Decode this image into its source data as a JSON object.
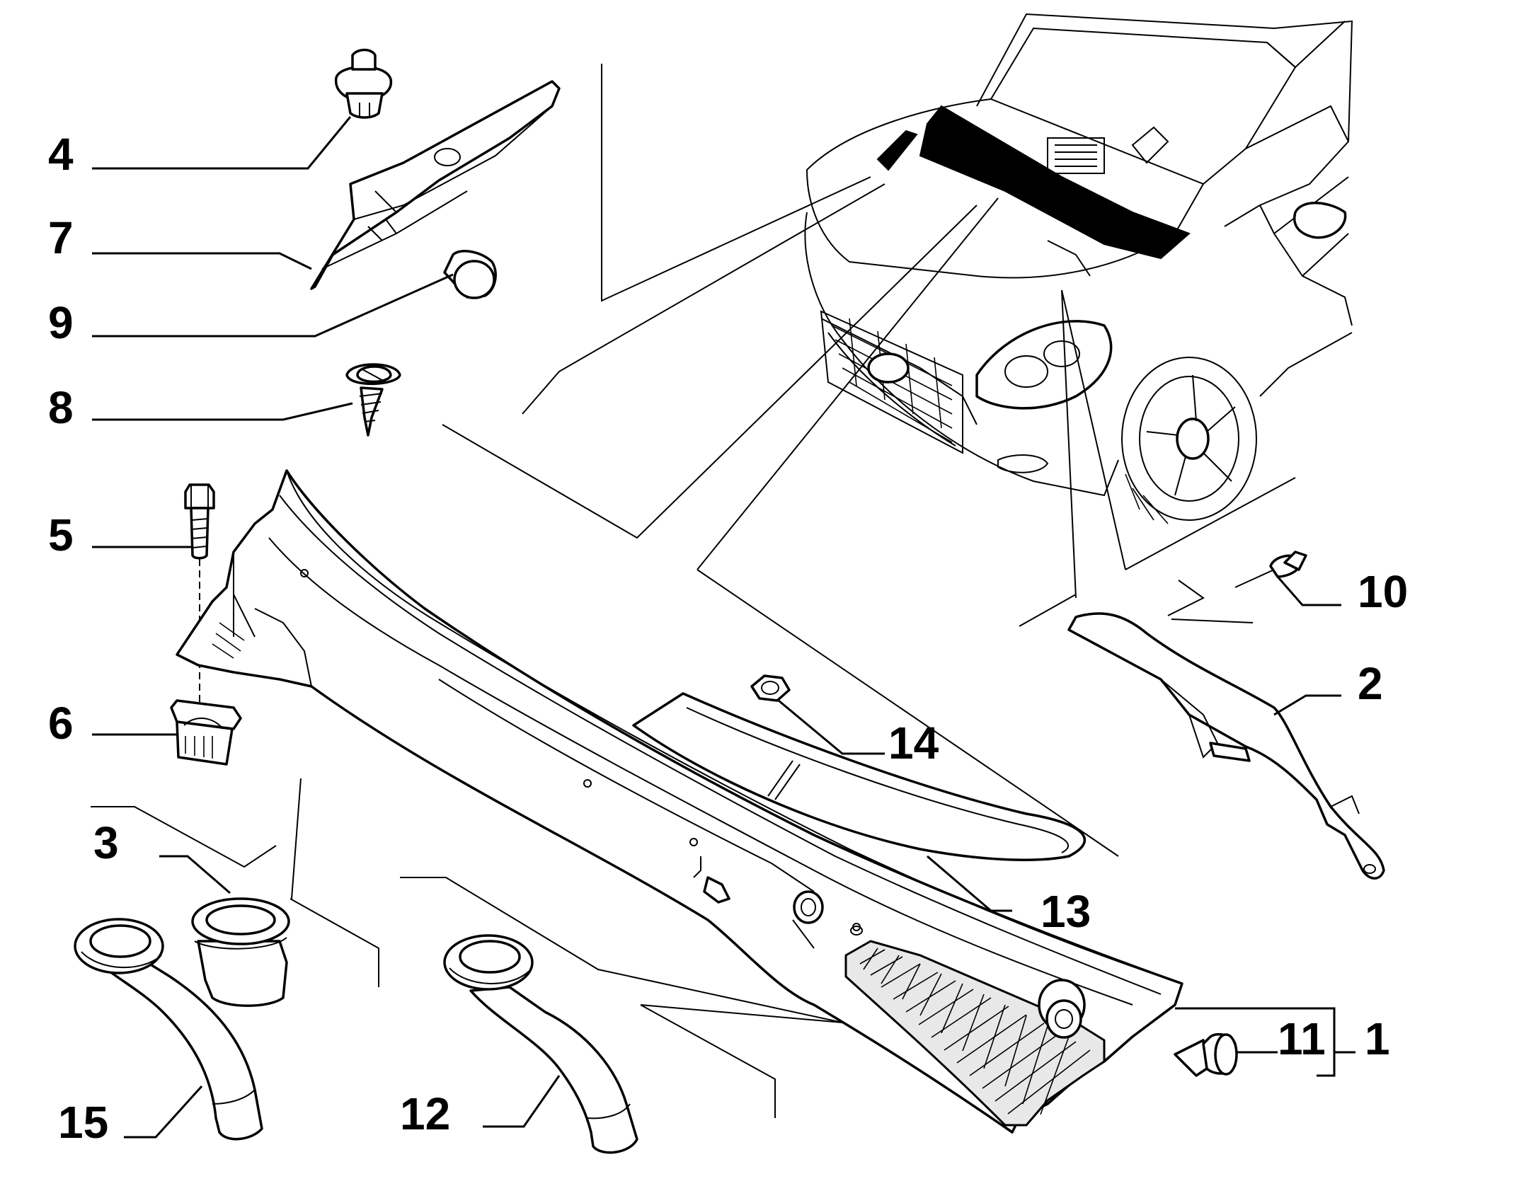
{
  "callouts": [
    {
      "id": "4",
      "label": "4"
    },
    {
      "id": "7",
      "label": "7"
    },
    {
      "id": "9",
      "label": "9"
    },
    {
      "id": "8",
      "label": "8"
    },
    {
      "id": "5",
      "label": "5"
    },
    {
      "id": "6",
      "label": "6"
    },
    {
      "id": "3",
      "label": "3"
    },
    {
      "id": "15",
      "label": "15"
    },
    {
      "id": "12",
      "label": "12"
    },
    {
      "id": "14",
      "label": "14"
    },
    {
      "id": "13",
      "label": "13"
    },
    {
      "id": "10",
      "label": "10"
    },
    {
      "id": "2",
      "label": "2"
    },
    {
      "id": "11",
      "label": "11"
    },
    {
      "id": "1",
      "label": "1"
    }
  ],
  "colors": {
    "line": "#000000",
    "background": "#ffffff"
  }
}
